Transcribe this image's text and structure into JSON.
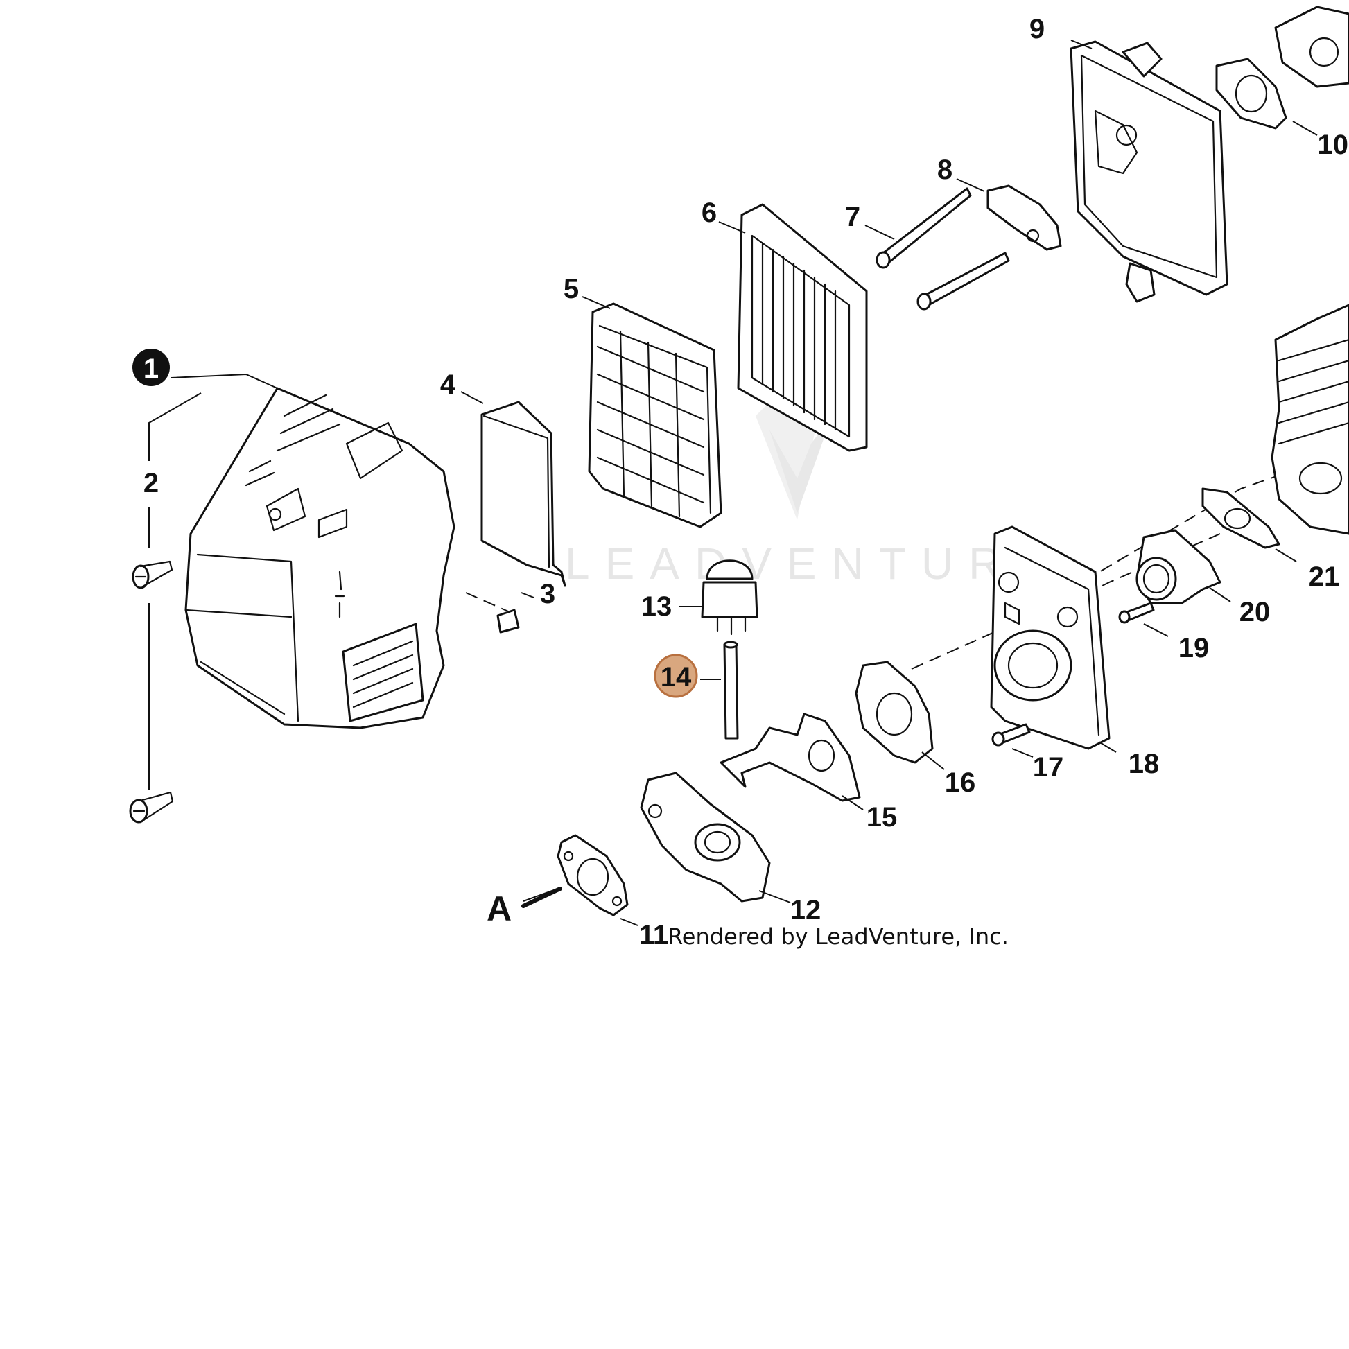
{
  "diagram": {
    "callouts": [
      "1",
      "2",
      "3",
      "4",
      "5",
      "6",
      "7",
      "8",
      "9",
      "10",
      "11",
      "12",
      "13",
      "14",
      "15",
      "16",
      "17",
      "18",
      "19",
      "20",
      "21"
    ],
    "highlighted_callout": "14",
    "highlight_color": "#d9a77f",
    "highlight_stroke": "#b8703f",
    "view_marker": "A",
    "watermark": "LEADVENTURE",
    "footer": "Rendered by LeadVenture, Inc."
  }
}
